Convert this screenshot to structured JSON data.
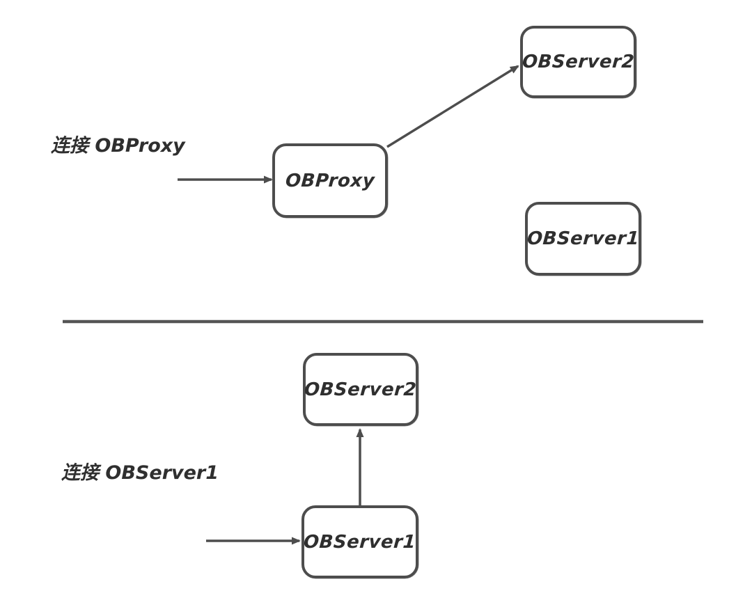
{
  "diagram": {
    "background_color": "#ffffff",
    "stroke_color": "#4d4d4d",
    "text_color": "#2f2f2f",
    "top_section": {
      "label": "连接 OBProxy",
      "nodes": {
        "obproxy": {
          "label": "OBProxy"
        },
        "observer2": {
          "label": "OBServer2"
        },
        "observer1": {
          "label": "OBServer1"
        }
      },
      "edges": [
        {
          "from": "client",
          "to": "obproxy"
        },
        {
          "from": "obproxy",
          "to": "observer2"
        }
      ]
    },
    "bottom_section": {
      "label": "连接 OBServer1",
      "nodes": {
        "observer2": {
          "label": "OBServer2"
        },
        "observer1": {
          "label": "OBServer1"
        }
      },
      "edges": [
        {
          "from": "client",
          "to": "observer1"
        },
        {
          "from": "observer1",
          "to": "observer2"
        }
      ]
    }
  }
}
